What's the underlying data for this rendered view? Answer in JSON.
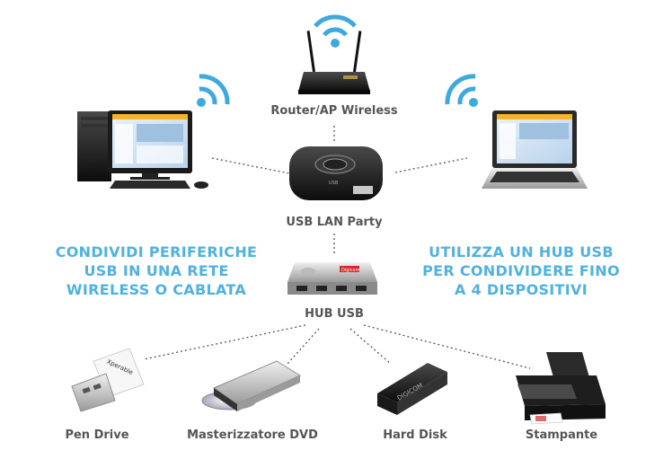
{
  "labels": {
    "router": "Router/AP Wireless",
    "usb_lan_party": "USB LAN Party",
    "hub_usb": "HUB USB",
    "pen_drive": "Pen Drive",
    "dvd_writer": "Masterizzatore DVD",
    "hard_disk": "Hard Disk",
    "printer": "Stampante"
  },
  "left_text": [
    "CONDIVIDI PERIFERICHE",
    "USB IN UNA RETE",
    "WIRELESS O CABLATA"
  ],
  "right_text": [
    "UTILIZZA UN HUB USB",
    "PER CONDIVIDERE FINO",
    "A 4 DISPOSITIVI"
  ],
  "device_text": {
    "usb_lan_party_mark": "USB",
    "hub_brand": "Digicom",
    "hard_disk_brand": "DIGICOM",
    "pen_drive_brand": "Xperable"
  },
  "colors": {
    "accent": "#4fb2e0",
    "wifi": "#3ea9de",
    "label": "#555555",
    "connector": "#555555"
  },
  "icons": [
    "wifi-icon",
    "desktop-pc-icon",
    "laptop-icon",
    "router-icon",
    "usb-lan-party-icon",
    "usb-hub-icon",
    "pen-drive-icon",
    "dvd-writer-icon",
    "hard-disk-icon",
    "printer-icon"
  ]
}
